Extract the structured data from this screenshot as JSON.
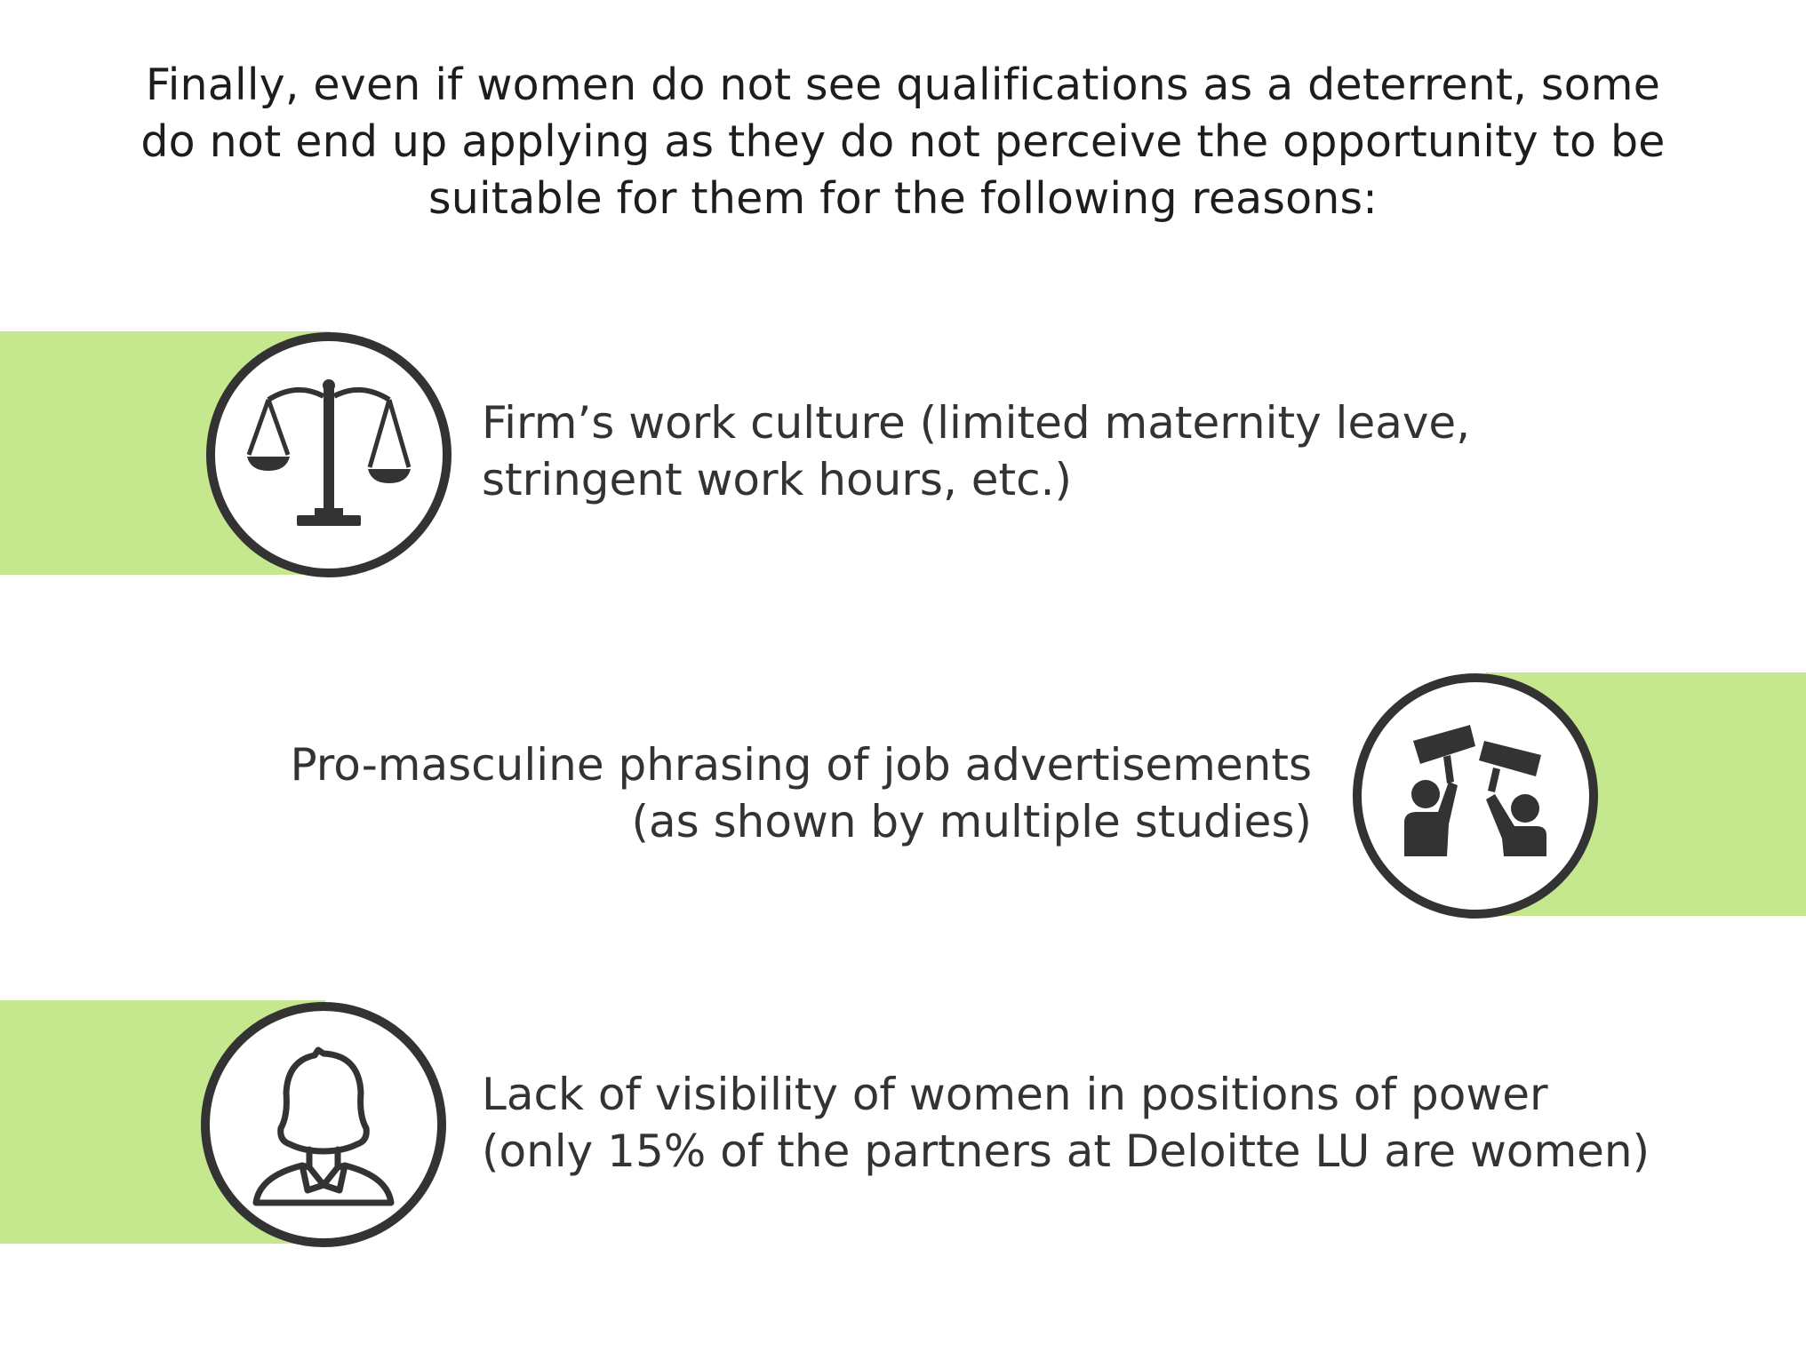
{
  "intro": {
    "line1": "Finally, even if women do not see qualifications as a deterrent, some",
    "line2": "do not end up applying as they do not perceive the opportunity to be",
    "line3": "suitable for them for the following reasons:"
  },
  "reasons": [
    {
      "icon": "scales-icon",
      "line1": "Firm’s work culture (limited maternity leave,",
      "line2": "stringent work hours, etc.)"
    },
    {
      "icon": "protest-signs-icon",
      "line1": "Pro-masculine phrasing of job advertisements",
      "line2": "(as shown by multiple studies)"
    },
    {
      "icon": "woman-avatar-icon",
      "line1": "Lack of visibility of women in positions of power",
      "line2": "(only 15% of the partners at Deloitte LU are women)"
    }
  ],
  "colors": {
    "band": "#c5e88e",
    "icon_stroke": "#333333",
    "text": "#333333"
  }
}
